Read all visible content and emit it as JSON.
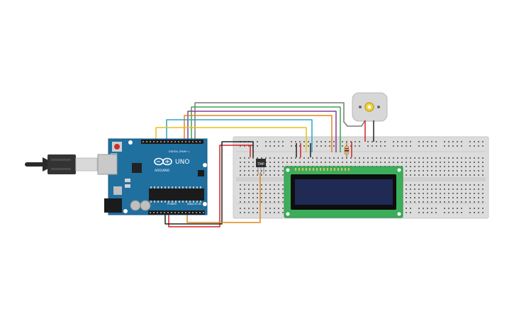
{
  "arduino": {
    "brand": "ARDUINO",
    "model": "UNO",
    "digital_header_label": "DIGITAL (PWM~)",
    "power_label": "POWER",
    "analog_label": "ANALOG IN",
    "reset_label": "RESET"
  },
  "sensor": {
    "label": "TMP"
  },
  "colors": {
    "board": "#1f6f9f",
    "breadboard": "#dcdcdc",
    "lcd_pcb": "#3cae5a",
    "lcd_screen": "#1f2a55",
    "motor": "#d7d7d7",
    "wire_yellow": "#e6c21a",
    "wire_cyan": "#2aa7c9",
    "wire_green": "#3aa74a",
    "wire_purple": "#8a3a9c",
    "wire_gray": "#7a7a7a",
    "wire_red": "#d62020",
    "wire_black": "#222222",
    "wire_orange": "#e0851a"
  }
}
